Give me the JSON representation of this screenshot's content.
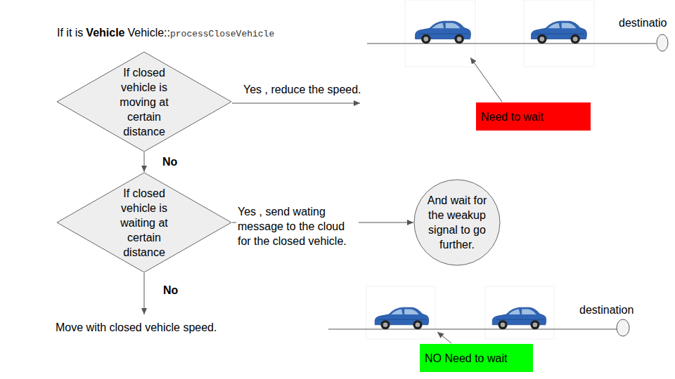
{
  "diagram": {
    "nodes": [
      {
        "text": [
          "If closed vehicle is moving at certain distance"
        ]
      },
      {
        "text": [
          "If closed vehicle is waiting at certain distance"
        ]
      },
      {
        "text": [
          "And wait for the weakup signal to go further."
        ]
      },
      {
        "text": [
          "Need to wait"
        ]
      },
      {
        "text": [
          "NO Need to wait"
        ]
      }
    ],
    "edges": [
      {
        "from": 0,
        "to": 1,
        "arrow": "to",
        "label": "No"
      },
      {
        "from": 1,
        "to": 2,
        "arrow": "to",
        "label": "Yes , send wating message to the cloud for the closed vehicle."
      }
    ],
    "labels": [
      "If it is",
      "Vehicle",
      "Vehicle::",
      "processCloseVehicle",
      "Yes , reduce the speed.",
      "No",
      "Move with closed vehicle speed.",
      "destinatio",
      "destination"
    ]
  }
}
